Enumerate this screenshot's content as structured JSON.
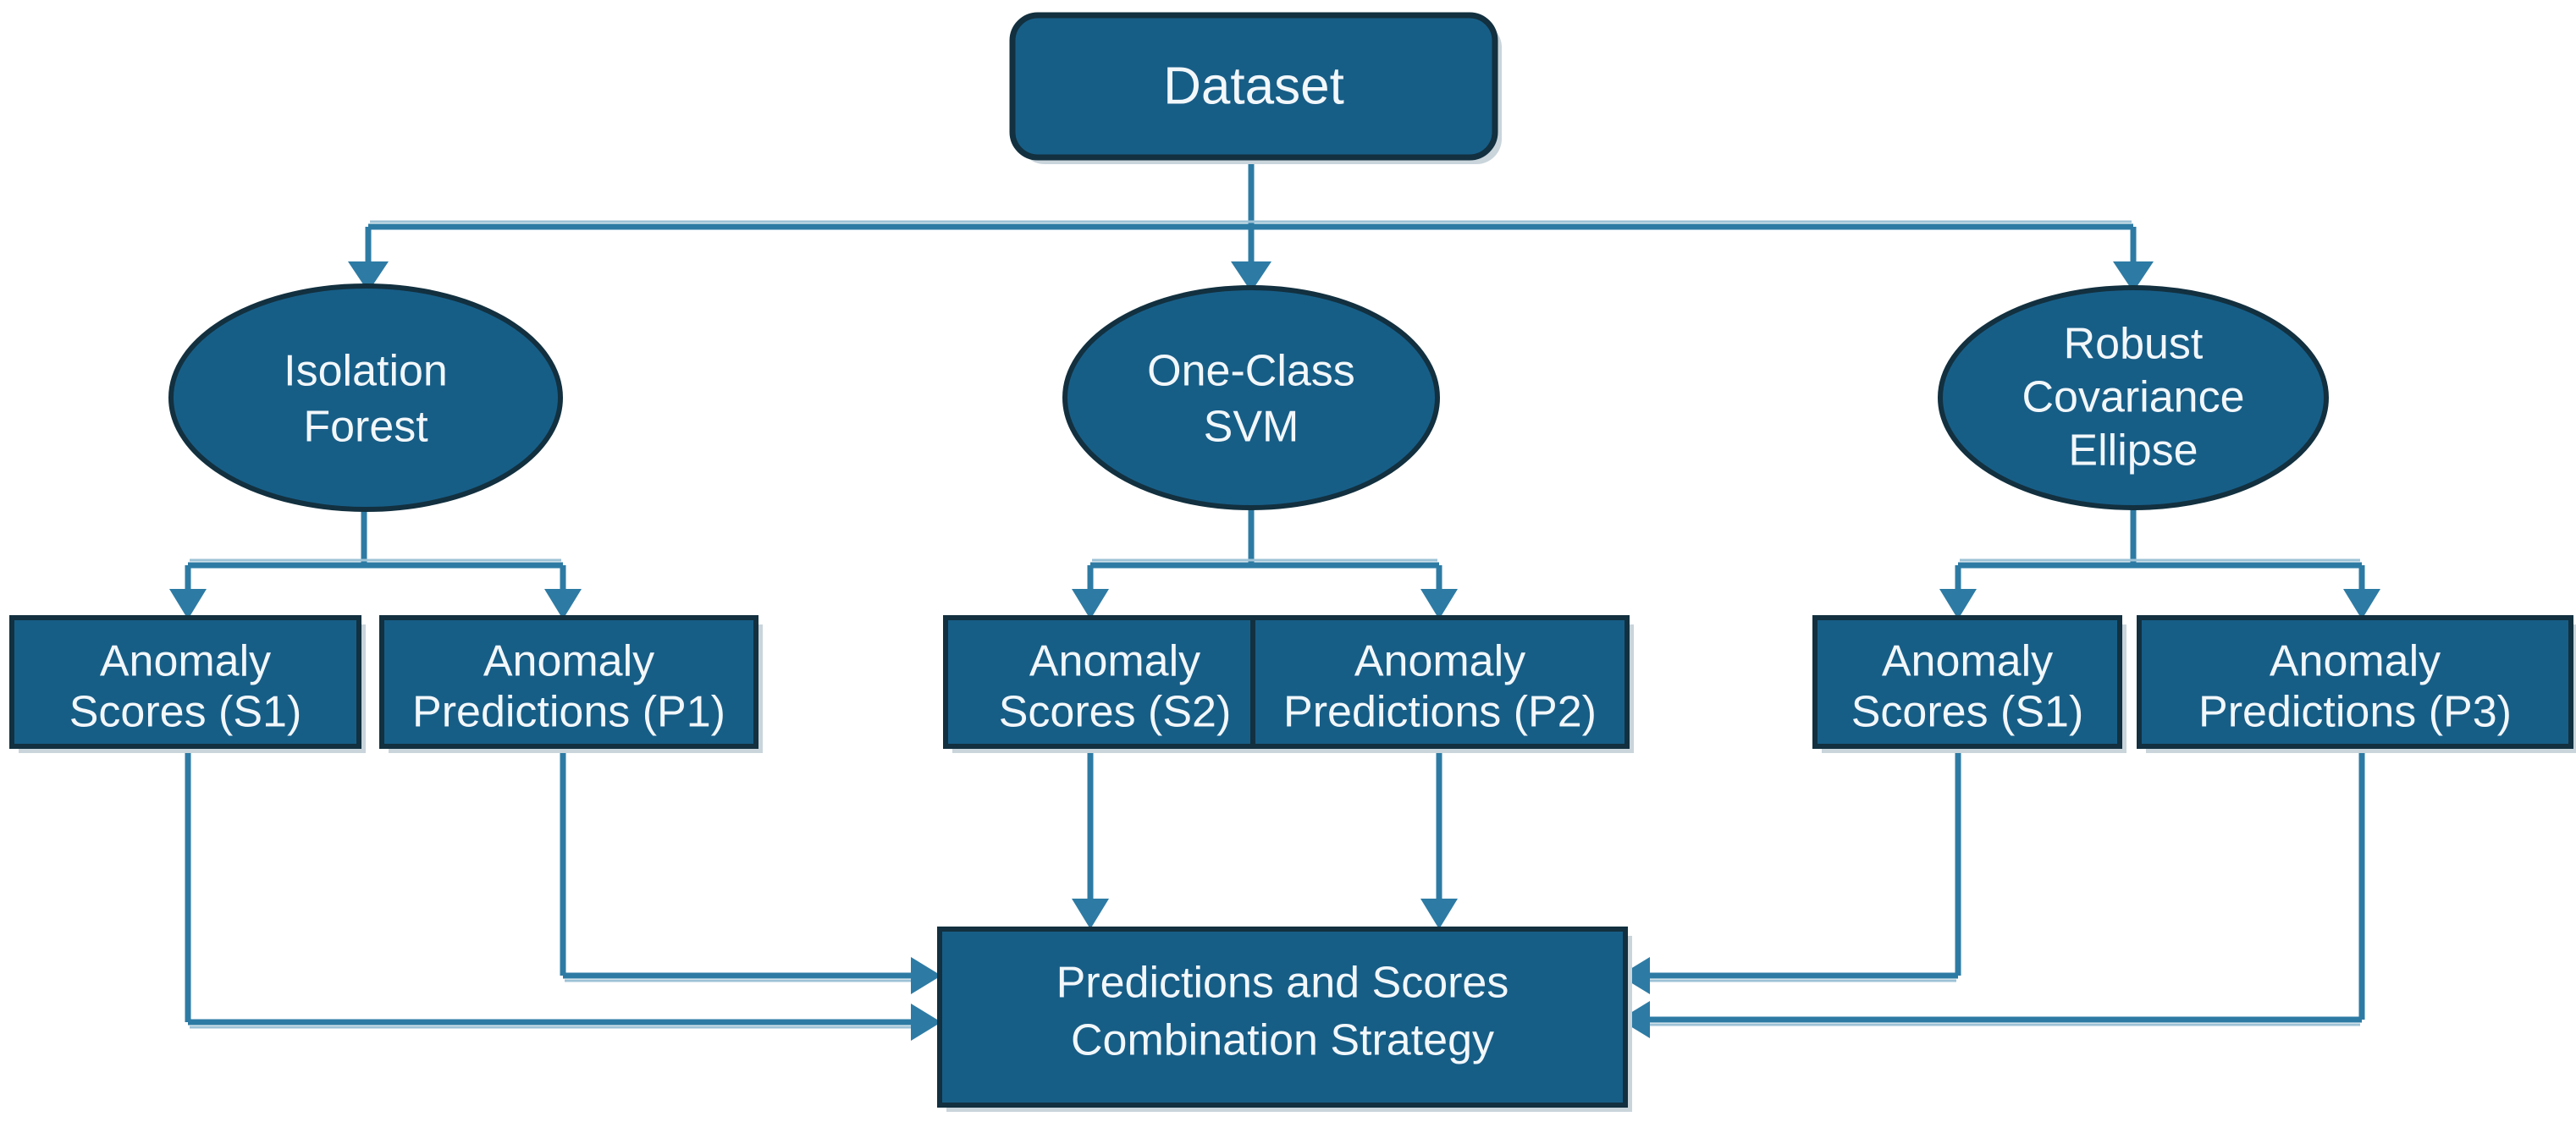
{
  "diagram": {
    "title": "Anomaly Detection Ensemble Flowchart",
    "background_color": "#ffffff",
    "node_fill_color": "#175E87",
    "node_border_color": "#12303f",
    "node_text_color": "#f2f7fa",
    "connector_color": "#2d7ba4",
    "nodes": {
      "dataset": {
        "shape": "rounded-rectangle",
        "label": "Dataset"
      },
      "isolation_forest": {
        "shape": "ellipse",
        "line1": "Isolation",
        "line2": "Forest"
      },
      "one_class_svm": {
        "shape": "ellipse",
        "line1": "One-Class",
        "line2": "SVM"
      },
      "robust_covariance": {
        "shape": "ellipse",
        "line1": "Robust",
        "line2": "Covariance",
        "line3": "Ellipse"
      },
      "scores_s1_left": {
        "shape": "rectangle",
        "line1": "Anomaly",
        "line2": "Scores (S1)"
      },
      "predictions_p1": {
        "shape": "rectangle",
        "line1": "Anomaly",
        "line2": "Predictions (P1)"
      },
      "scores_s2": {
        "shape": "rectangle",
        "line1": "Anomaly",
        "line2": "Scores (S2)"
      },
      "predictions_p2": {
        "shape": "rectangle",
        "line1": "Anomaly",
        "line2": "Predictions (P2)"
      },
      "scores_s1_right": {
        "shape": "rectangle",
        "line1": "Anomaly",
        "line2": "Scores (S1)"
      },
      "predictions_p3": {
        "shape": "rectangle",
        "line1": "Anomaly",
        "line2": "Predictions (P3)"
      },
      "combination_strategy": {
        "shape": "rectangle",
        "line1": "Predictions and Scores",
        "line2": "Combination Strategy"
      }
    },
    "edges": [
      {
        "from": "dataset",
        "to": "isolation_forest",
        "style": "orthogonal-fanout"
      },
      {
        "from": "dataset",
        "to": "one_class_svm",
        "style": "straight-down"
      },
      {
        "from": "dataset",
        "to": "robust_covariance",
        "style": "orthogonal-fanout"
      },
      {
        "from": "isolation_forest",
        "to": "scores_s1_left",
        "style": "orthogonal-fanout"
      },
      {
        "from": "isolation_forest",
        "to": "predictions_p1",
        "style": "orthogonal-fanout"
      },
      {
        "from": "one_class_svm",
        "to": "scores_s2",
        "style": "orthogonal-fanout"
      },
      {
        "from": "one_class_svm",
        "to": "predictions_p2",
        "style": "orthogonal-fanout"
      },
      {
        "from": "robust_covariance",
        "to": "scores_s1_right",
        "style": "orthogonal-fanout"
      },
      {
        "from": "robust_covariance",
        "to": "predictions_p3",
        "style": "orthogonal-fanout"
      },
      {
        "from": "scores_s1_left",
        "to": "combination_strategy",
        "style": "down-then-right"
      },
      {
        "from": "predictions_p1",
        "to": "combination_strategy",
        "style": "down-then-right"
      },
      {
        "from": "scores_s2",
        "to": "combination_strategy",
        "style": "straight-down"
      },
      {
        "from": "predictions_p2",
        "to": "combination_strategy",
        "style": "straight-down"
      },
      {
        "from": "scores_s1_right",
        "to": "combination_strategy",
        "style": "down-then-left"
      },
      {
        "from": "predictions_p3",
        "to": "combination_strategy",
        "style": "down-then-left"
      }
    ]
  }
}
